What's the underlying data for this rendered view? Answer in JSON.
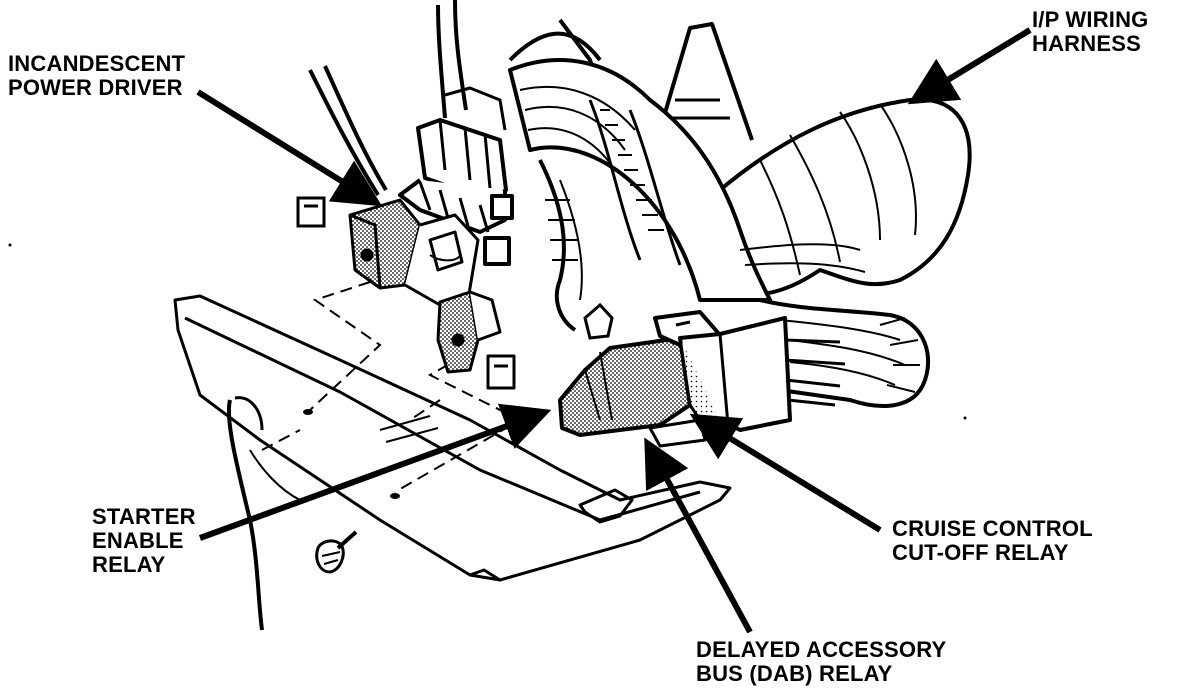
{
  "callouts": {
    "incandescent_power_driver": {
      "line1": "INCANDESCENT",
      "line2": "POWER DRIVER"
    },
    "ip_wiring_harness": {
      "line1": "I/P WIRING",
      "line2": "HARNESS"
    },
    "starter_enable_relay": {
      "line1": "STARTER",
      "line2": "ENABLE",
      "line3": "RELAY"
    },
    "cruise_control_cutoff_relay": {
      "line1": "CRUISE CONTROL",
      "line2": "CUT-OFF RELAY"
    },
    "delayed_accessory_bus_relay": {
      "line1": "DELAYED ACCESSORY",
      "line2": "BUS (DAB) RELAY"
    }
  },
  "colors": {
    "ink": "#000000",
    "paper": "#ffffff",
    "stipple": "#9a9a9a"
  }
}
